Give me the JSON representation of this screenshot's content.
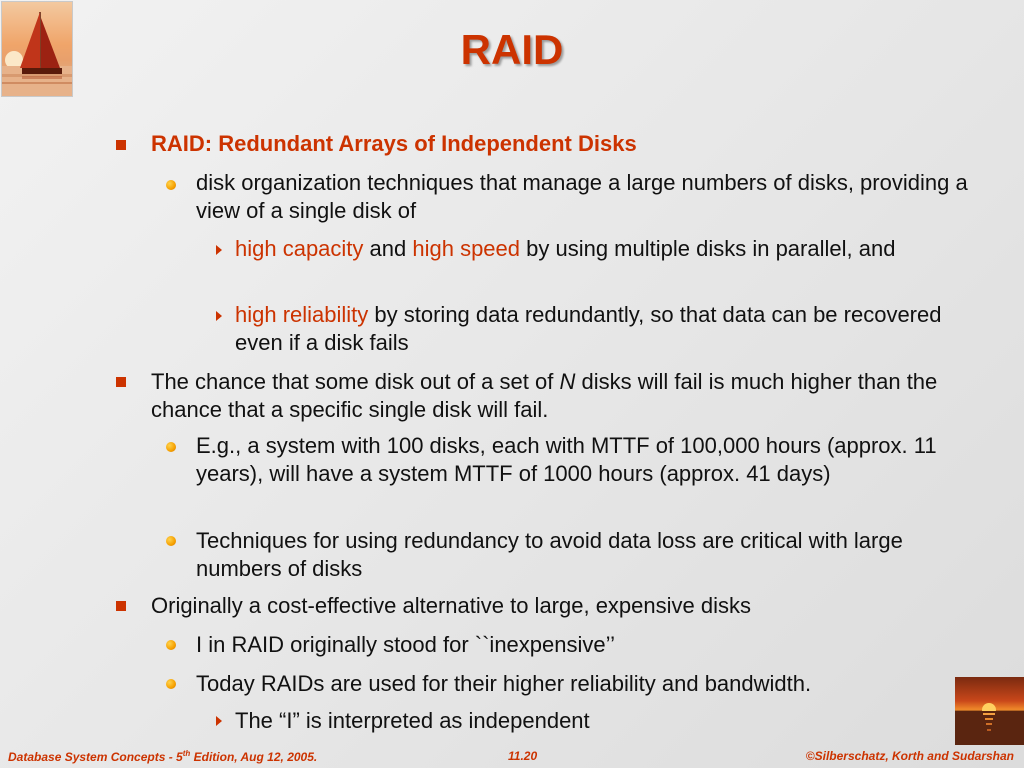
{
  "slide": {
    "title": "RAID"
  },
  "bullets": {
    "b1": "RAID: Redundant Arrays of Independent Disks",
    "b1_1": "disk organization techniques that manage a large numbers of disks, providing a view of a single disk of",
    "b1_1_1_a": "high capacity",
    "b1_1_1_b": " and ",
    "b1_1_1_c": "high speed",
    "b1_1_1_d": "  by using multiple disks in parallel, and",
    "b1_1_2_a": "high reliability",
    "b1_1_2_b": " by storing data redundantly, so that data can be recovered even if  a disk fails",
    "b2_a": "The chance that some disk out of a set of ",
    "b2_b": "N",
    "b2_c": " disks will fail is much higher than the chance that a specific single disk will fail.",
    "b2_1": "  E.g., a system with 100 disks, each with MTTF of 100,000 hours (approx.  11 years), will have a system MTTF of 1000 hours (approx. 41 days)",
    "b2_2": "Techniques for using redundancy to avoid data loss are critical with large numbers of disks",
    "b3": "Originally a cost-effective alternative to large, expensive disks",
    "b3_1": "I in RAID originally stood for ``inexpensive’’",
    "b3_2": "Today RAIDs are used for their higher reliability and bandwidth.",
    "b3_2_1": "The “I” is interpreted as independent"
  },
  "footer": {
    "left_a": "Database System Concepts - 5",
    "left_sup": "th",
    "left_b": " Edition, Aug 12,  2005.",
    "page": "11.20",
    "right": "©Silberschatz, Korth and Sudarshan"
  }
}
